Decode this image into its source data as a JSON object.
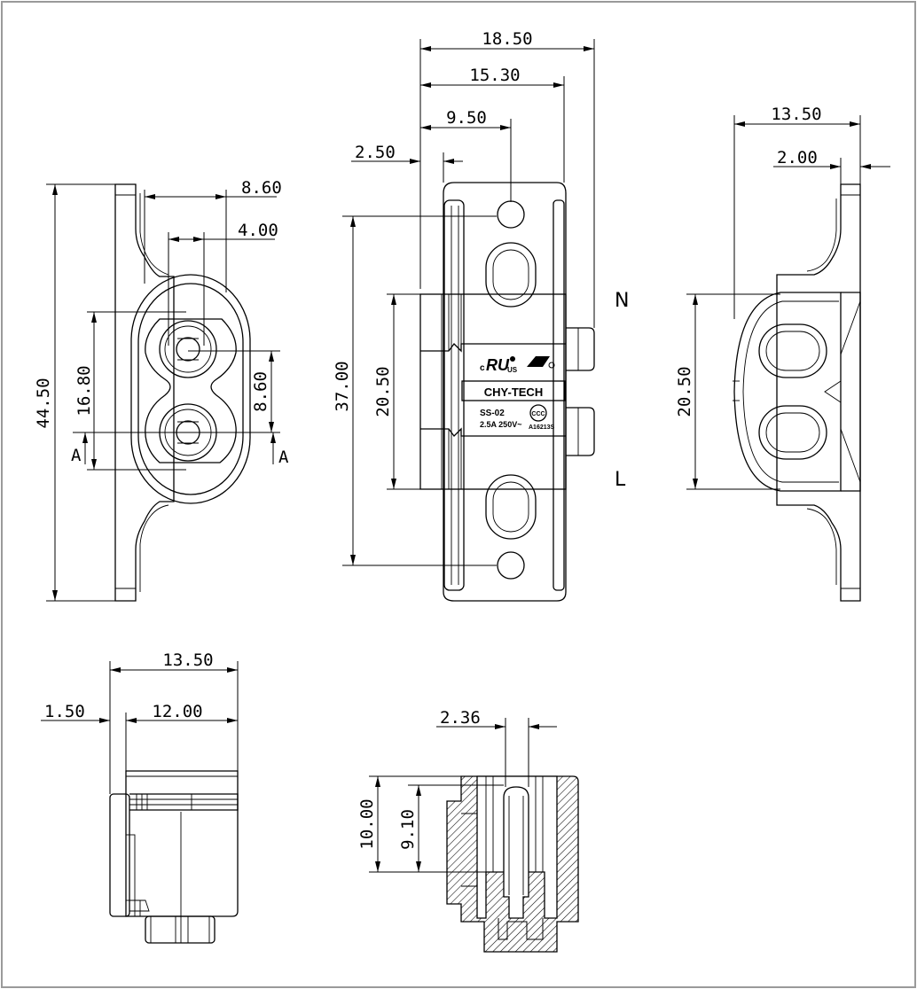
{
  "drawing": {
    "front_view": {
      "dims": {
        "d_8_60_top": "8.60",
        "d_4_00": "4.00",
        "d_44_50": "44.50",
        "d_16_80": "16.80",
        "d_8_60_side": "8.60"
      },
      "section_marks": {
        "left": "A",
        "right": "A"
      }
    },
    "middle_view": {
      "dims": {
        "d_18_50": "18.50",
        "d_15_30": "15.30",
        "d_9_50": "9.50",
        "d_2_50": "2.50",
        "d_37_00": "37.00",
        "d_20_50": "20.50"
      },
      "pin_labels": {
        "n": "N",
        "l": "L"
      },
      "markings": {
        "brand": "CHY-TECH",
        "model": "SS-02",
        "rating": "2.5A 250V~",
        "cert_code": "A16213S",
        "ul_mark": "RU",
        "us_mark": "US",
        "ccc_mark": "CCC"
      }
    },
    "right_view": {
      "dims": {
        "d_13_50": "13.50",
        "d_2_00": "2.00",
        "d_20_50": "20.50"
      }
    },
    "bottom_view": {
      "dims": {
        "d_13_50": "13.50",
        "d_1_50": "1.50",
        "d_12_00": "12.00"
      }
    },
    "section_view": {
      "dims": {
        "d_2_36": "2.36",
        "d_10_00": "10.00",
        "d_9_10": "9.10"
      }
    }
  }
}
